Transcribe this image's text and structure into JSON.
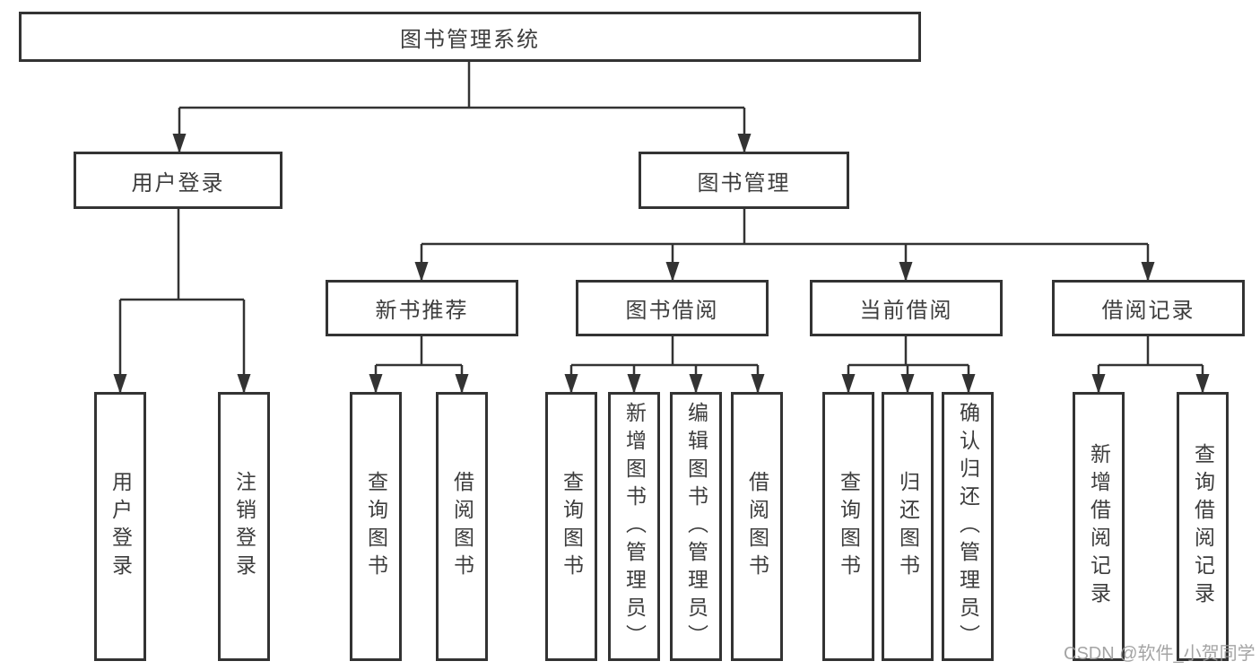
{
  "tree": {
    "label": "图书管理系统",
    "children": [
      {
        "label": "用户登录",
        "children": [
          {
            "label": "用户登录"
          },
          {
            "label": "注销登录"
          }
        ]
      },
      {
        "label": "图书管理",
        "children": [
          {
            "label": "新书推荐",
            "children": [
              {
                "label": "查询图书"
              },
              {
                "label": "借阅图书"
              }
            ]
          },
          {
            "label": "图书借阅",
            "children": [
              {
                "label": "查询图书"
              },
              {
                "label": "新增图书（管理员）"
              },
              {
                "label": "编辑图书（管理员）"
              },
              {
                "label": "借阅图书"
              }
            ]
          },
          {
            "label": "当前借阅",
            "children": [
              {
                "label": "查询图书"
              },
              {
                "label": "归还图书"
              },
              {
                "label": "确认归还（管理员）"
              }
            ]
          },
          {
            "label": "借阅记录",
            "children": [
              {
                "label": "新增借阅记录"
              },
              {
                "label": "查询借阅记录"
              }
            ]
          }
        ]
      }
    ]
  },
  "watermark": {
    "text": "CSDN @软件_小贺同学"
  },
  "colors": {
    "line": "#333333",
    "box_border": "#333333",
    "text": "#3d3d3d",
    "watermark": "#9b9b9b",
    "background": "#ffffff"
  }
}
